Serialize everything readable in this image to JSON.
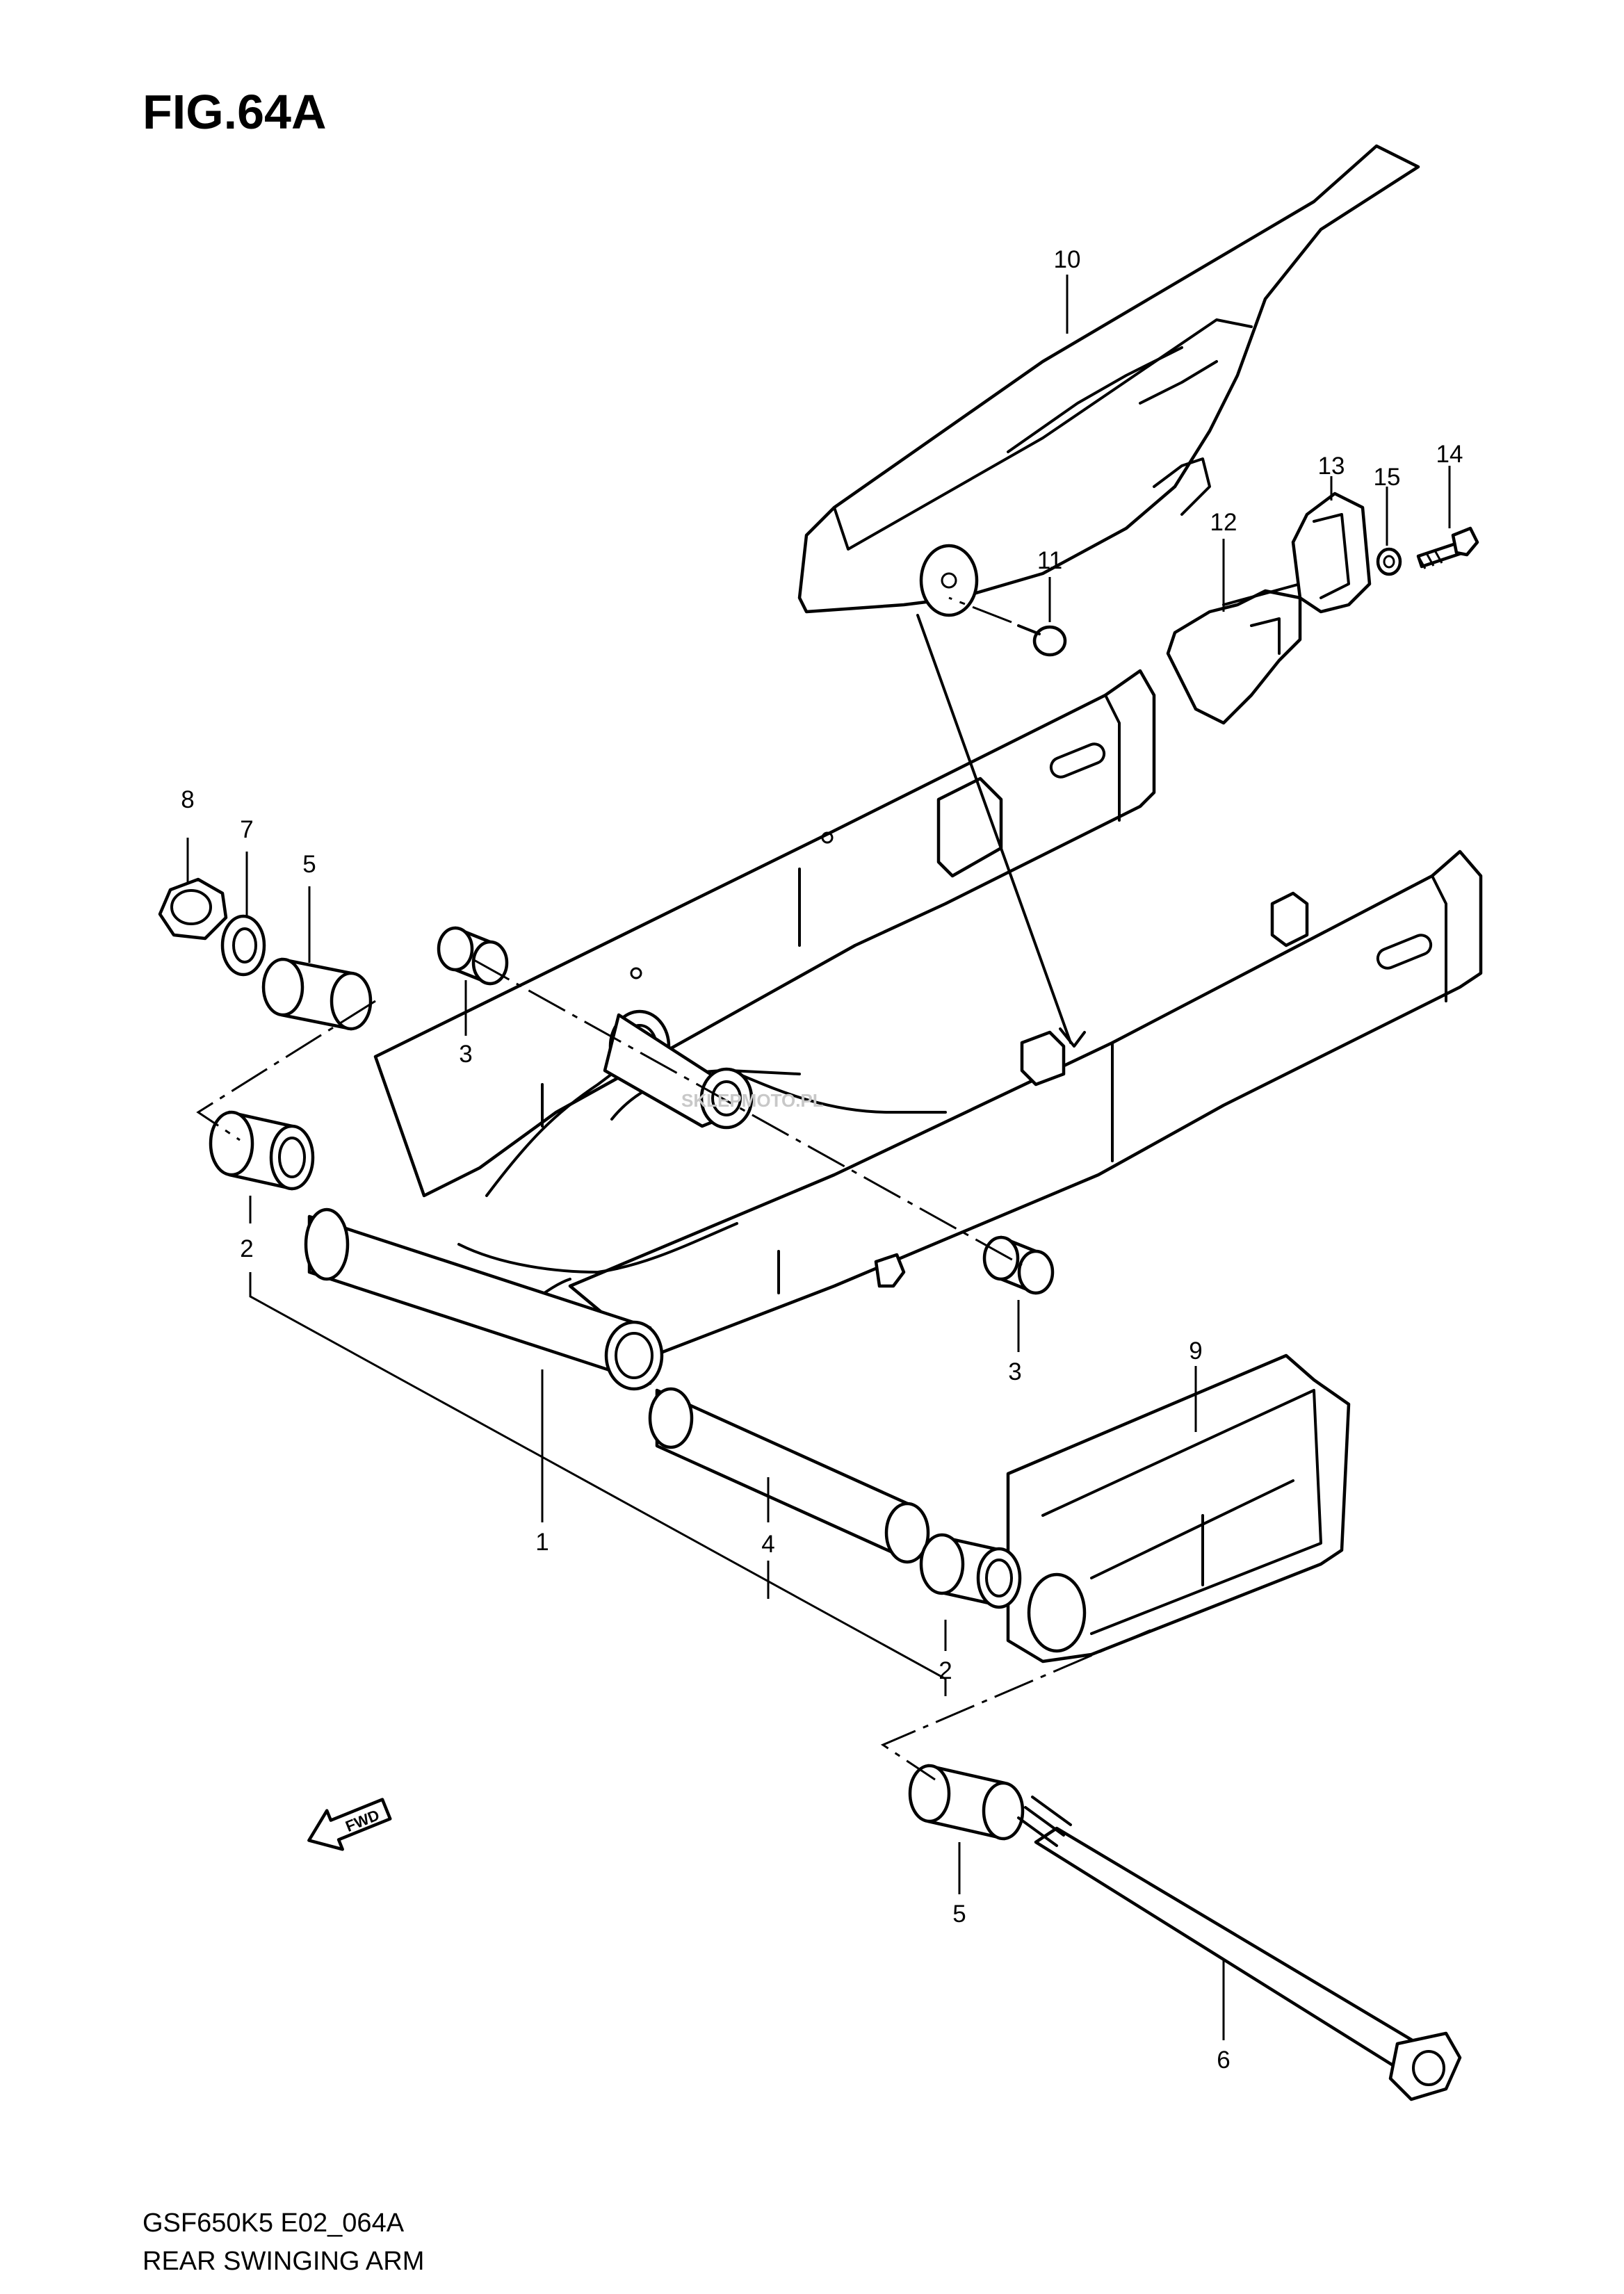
{
  "figure": {
    "title": "FIG.64A",
    "code": "GSF650K5 E02_064A",
    "name": "REAR SWINGING ARM",
    "fwd_label": "FWD",
    "watermark": "SKLEPMOTO.PL"
  },
  "callouts": [
    {
      "id": "p1",
      "label": "1"
    },
    {
      "id": "p2a",
      "label": "2"
    },
    {
      "id": "p2b",
      "label": "2"
    },
    {
      "id": "p3a",
      "label": "3"
    },
    {
      "id": "p3b",
      "label": "3"
    },
    {
      "id": "p4",
      "label": "4"
    },
    {
      "id": "p5a",
      "label": "5"
    },
    {
      "id": "p5b",
      "label": "5"
    },
    {
      "id": "p6",
      "label": "6"
    },
    {
      "id": "p7",
      "label": "7"
    },
    {
      "id": "p8",
      "label": "8"
    },
    {
      "id": "p9",
      "label": "9"
    },
    {
      "id": "p10",
      "label": "10"
    },
    {
      "id": "p11",
      "label": "11"
    },
    {
      "id": "p12",
      "label": "12"
    },
    {
      "id": "p13",
      "label": "13"
    },
    {
      "id": "p14",
      "label": "14"
    },
    {
      "id": "p15",
      "label": "15"
    }
  ]
}
